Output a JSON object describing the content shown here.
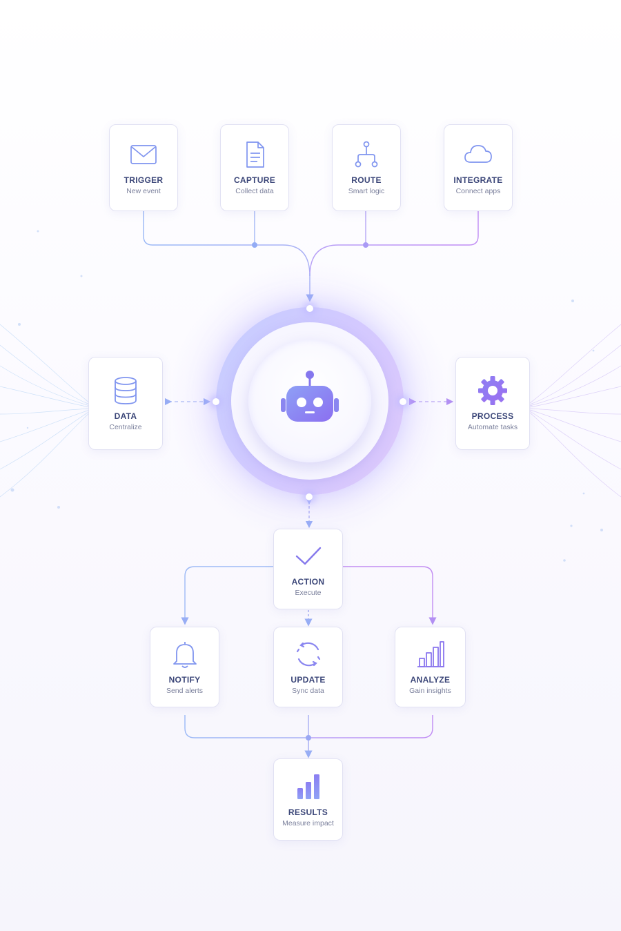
{
  "nodes": {
    "trigger": {
      "title": "TRIGGER",
      "subtitle": "New event",
      "icon": "mail-icon"
    },
    "capture": {
      "title": "CAPTURE",
      "subtitle": "Collect data",
      "icon": "document-icon"
    },
    "route": {
      "title": "ROUTE",
      "subtitle": "Smart logic",
      "icon": "branch-icon"
    },
    "integrate": {
      "title": "INTEGRATE",
      "subtitle": "Connect apps",
      "icon": "cloud-icon"
    },
    "data": {
      "title": "DATA",
      "subtitle": "Centralize",
      "icon": "database-icon"
    },
    "process": {
      "title": "PROCESS",
      "subtitle": "Automate tasks",
      "icon": "gear-icon"
    },
    "action": {
      "title": "ACTION",
      "subtitle": "Execute",
      "icon": "check-icon"
    },
    "notify": {
      "title": "NOTIFY",
      "subtitle": "Send alerts",
      "icon": "bell-icon"
    },
    "update": {
      "title": "UPDATE",
      "subtitle": "Sync data",
      "icon": "sync-icon"
    },
    "analyze": {
      "title": "ANALYZE",
      "subtitle": "Gain insights",
      "icon": "bar-chart-icon"
    },
    "results": {
      "title": "RESULTS",
      "subtitle": "Measure impact",
      "icon": "bar-chart-icon"
    }
  },
  "hub": {
    "icon": "robot-icon"
  },
  "colors": {
    "accent_blue": "#7c9cf5",
    "accent_purple": "#a78bfa",
    "icon_primary": "#7f8cf0",
    "title_text": "#3b4678",
    "subtitle_text": "#7b809c"
  }
}
